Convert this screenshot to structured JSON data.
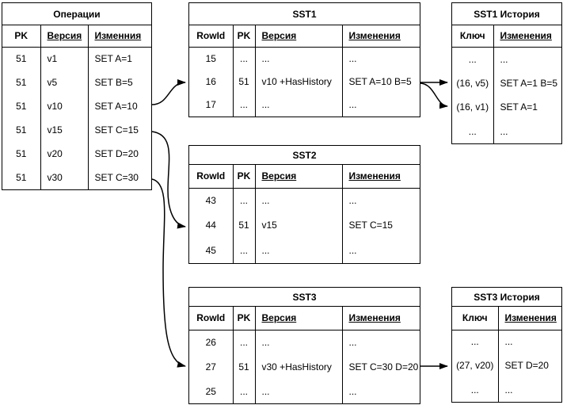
{
  "colors": {
    "border": "#000000",
    "background": "#ffffff",
    "text": "#000000"
  },
  "tables": {
    "operations": {
      "title": "Операции",
      "columns": [
        {
          "label": "PK",
          "underline": false
        },
        {
          "label": "Версия",
          "underline": true
        },
        {
          "label": "Изменния",
          "underline": true
        }
      ],
      "rows": [
        [
          "51",
          "v1",
          "SET A=1"
        ],
        [
          "51",
          "v5",
          "SET B=5"
        ],
        [
          "51",
          "v10",
          "SET A=10"
        ],
        [
          "51",
          "v15",
          "SET C=15"
        ],
        [
          "51",
          "v20",
          "SET D=20"
        ],
        [
          "51",
          "v30",
          "SET C=30"
        ]
      ]
    },
    "sst1": {
      "title": "SST1",
      "columns": [
        {
          "label": "RowId",
          "underline": false
        },
        {
          "label": "PK",
          "underline": false
        },
        {
          "label": "Версия",
          "underline": true
        },
        {
          "label": "Изменения",
          "underline": true
        }
      ],
      "rows": [
        [
          "15",
          "...",
          "...",
          "..."
        ],
        [
          "16",
          "51",
          "v10 +HasHistory",
          "SET A=10 B=5"
        ],
        [
          "17",
          "...",
          "...",
          "..."
        ]
      ]
    },
    "sst1_history": {
      "title": "SST1 История",
      "columns": [
        {
          "label": "Ключ",
          "underline": false
        },
        {
          "label": "Изменения",
          "underline": true
        }
      ],
      "rows": [
        [
          "...",
          "..."
        ],
        [
          "(16, v5)",
          "SET A=1 B=5"
        ],
        [
          "(16, v1)",
          "SET A=1"
        ],
        [
          "...",
          "..."
        ]
      ]
    },
    "sst2": {
      "title": "SST2",
      "columns": [
        {
          "label": "RowId",
          "underline": false
        },
        {
          "label": "PK",
          "underline": false
        },
        {
          "label": "Версия",
          "underline": true
        },
        {
          "label": "Изменения",
          "underline": true
        }
      ],
      "rows": [
        [
          "43",
          "...",
          "...",
          "..."
        ],
        [
          "44",
          "51",
          "v15",
          "SET C=15"
        ],
        [
          "45",
          "...",
          "...",
          "..."
        ]
      ]
    },
    "sst3": {
      "title": "SST3",
      "columns": [
        {
          "label": "RowId",
          "underline": false
        },
        {
          "label": "PK",
          "underline": false
        },
        {
          "label": "Версия",
          "underline": true
        },
        {
          "label": "Изменения",
          "underline": true
        }
      ],
      "rows": [
        [
          "26",
          "...",
          "...",
          "..."
        ],
        [
          "27",
          "51",
          "v30 +HasHistory",
          "SET C=30 D=20"
        ],
        [
          "25",
          "...",
          "...",
          "..."
        ]
      ]
    },
    "sst3_history": {
      "title": "SST3 История",
      "columns": [
        {
          "label": "Ключ",
          "underline": false
        },
        {
          "label": "Изменения",
          "underline": true
        }
      ],
      "rows": [
        [
          "...",
          "..."
        ],
        [
          "(27, v20)",
          "SET D=20"
        ],
        [
          "...",
          "..."
        ]
      ]
    }
  },
  "connections": [
    {
      "from": "Операции row v10 (SET A=10)",
      "to": "SST1 row 16"
    },
    {
      "from": "Операции row v15 (SET C=15)",
      "to": "SST2 row 44"
    },
    {
      "from": "Операции row v30 (SET C=30)",
      "to": "SST3 row 27"
    },
    {
      "from": "SST1 row 16",
      "to": "SST1 История (16, v5)"
    },
    {
      "from": "SST1 row 16",
      "to": "SST1 История (16, v1)"
    },
    {
      "from": "SST3 row 27",
      "to": "SST3 История (27, v20)"
    }
  ]
}
